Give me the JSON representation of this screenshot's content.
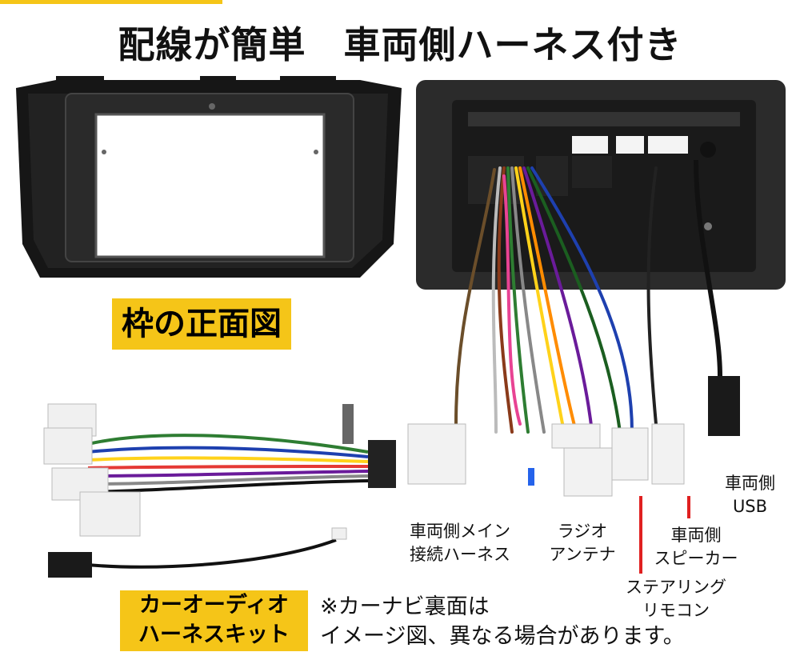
{
  "heading": "配線が簡単　車両側ハーネス付き",
  "labels": {
    "frame_front": "枠の正面図",
    "kit_line1": "カーオーディオ",
    "kit_line2": "ハーネスキット",
    "note_line1": "※カーナビ裏面は",
    "note_line2": "イメージ図、異なる場合があります。"
  },
  "callouts": {
    "main_harness": [
      "車両側メイン",
      "接続ハーネス"
    ],
    "radio_antenna": [
      "ラジオ",
      "アンテナ"
    ],
    "steering_remote": [
      "ステアリング",
      "リモコン"
    ],
    "vehicle_speaker": [
      "車両側",
      "スピーカー"
    ],
    "vehicle_usb": [
      "車両側",
      "USB"
    ]
  },
  "colors": {
    "accent_yellow": "#f5c518",
    "pointer_red": "#e02020",
    "frame_black": "#161616"
  }
}
